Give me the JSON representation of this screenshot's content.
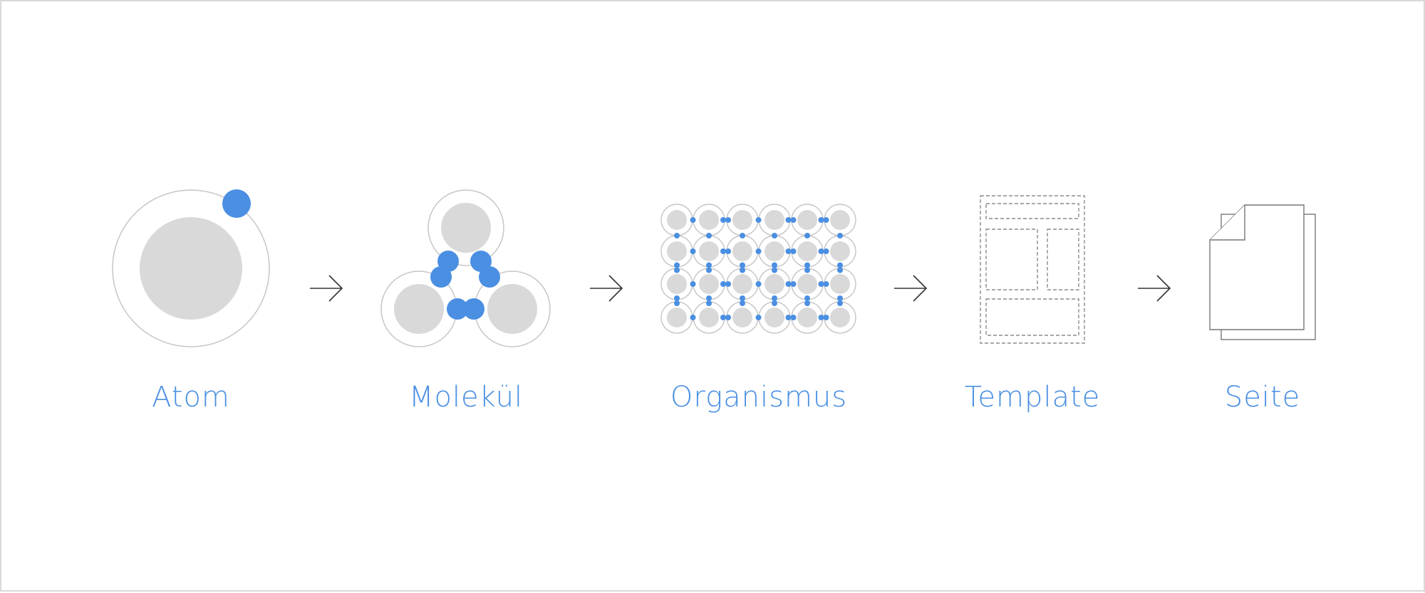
{
  "stages": [
    {
      "id": "atom",
      "label": "Atom"
    },
    {
      "id": "molecule",
      "label": "Molekül"
    },
    {
      "id": "organism",
      "label": "Organismus"
    },
    {
      "id": "template",
      "label": "Template"
    },
    {
      "id": "page",
      "label": "Seite"
    }
  ],
  "colors": {
    "accent": "#4a8fe2",
    "nucleus": "#d9d9d9",
    "outline": "#c6c6c6",
    "arrow": "#333333",
    "dashed": "#8c8c8c",
    "page_outline": "#777777",
    "frame_border": "#d9d9d9"
  }
}
